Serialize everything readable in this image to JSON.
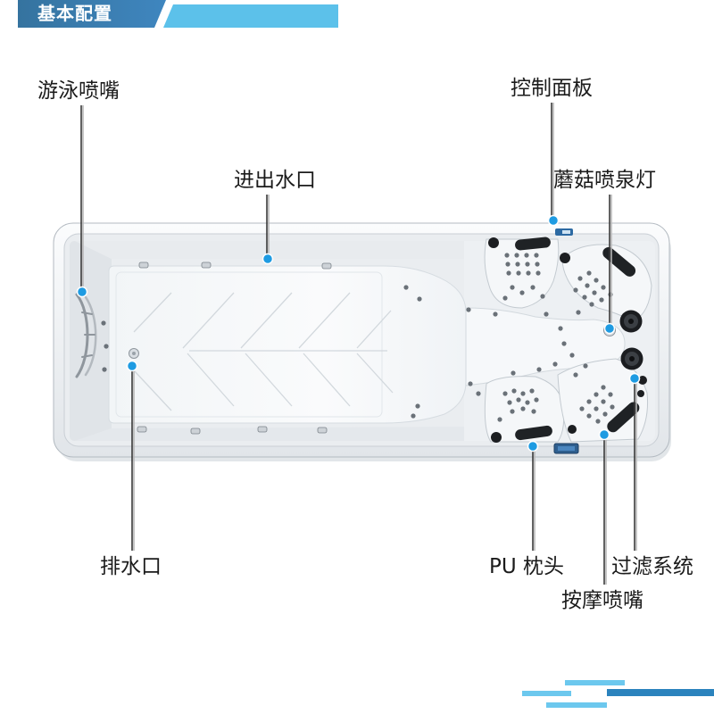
{
  "header": {
    "title": "基本配置"
  },
  "labels": {
    "swim_jets": "游泳喷嘴",
    "control_panel": "控制面板",
    "inlet_outlet": "进出水口",
    "mushroom_fountain_light": "蘑菇喷泉灯",
    "drain": "排水口",
    "pu_pillow": "PU 枕头",
    "filter_system": "过滤系统",
    "massage_jets": "按摩喷嘴"
  },
  "colors": {
    "header_dark": "#3f86bf",
    "header_light": "#5cc1ea",
    "marker_blue": "#1e9be2",
    "stripe_dark": "#2b83bd",
    "stripe_light": "#6cc8ee"
  }
}
